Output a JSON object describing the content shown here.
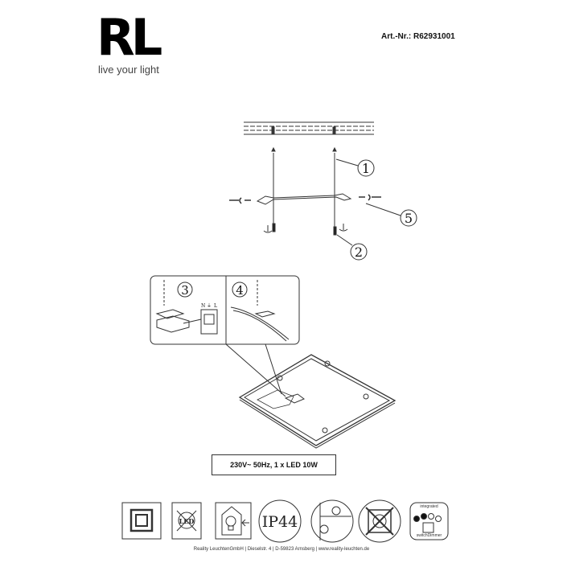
{
  "header": {
    "logo_text": "RL",
    "tagline": "live your light",
    "article_number": "Art.-Nr.: R62931001"
  },
  "diagram": {
    "step_numbers": [
      "1",
      "2",
      "3",
      "4",
      "5"
    ],
    "wiring_labels": [
      "N",
      "⏚",
      "L"
    ]
  },
  "spec_label": "230V~ 50Hz, 1 x LED 10W",
  "symbols": [
    {
      "icon": "protection-class-ii-icon"
    },
    {
      "icon": "led-not-replaceable-icon"
    },
    {
      "icon": "indoor-use-icon"
    },
    {
      "icon": "ip-rating-icon",
      "text": "IP44"
    },
    {
      "icon": "bathroom-zone-icon"
    },
    {
      "icon": "not-dimmable-icon"
    },
    {
      "icon": "integrated-switch-dimmer-icon",
      "top_text": "integrated",
      "bottom_text": "switchDimmer"
    }
  ],
  "footer": "Reality LeuchtenGmbH | Dieselstr. 4 | D-59823 Arnsberg | www.reality-leuchten.de"
}
